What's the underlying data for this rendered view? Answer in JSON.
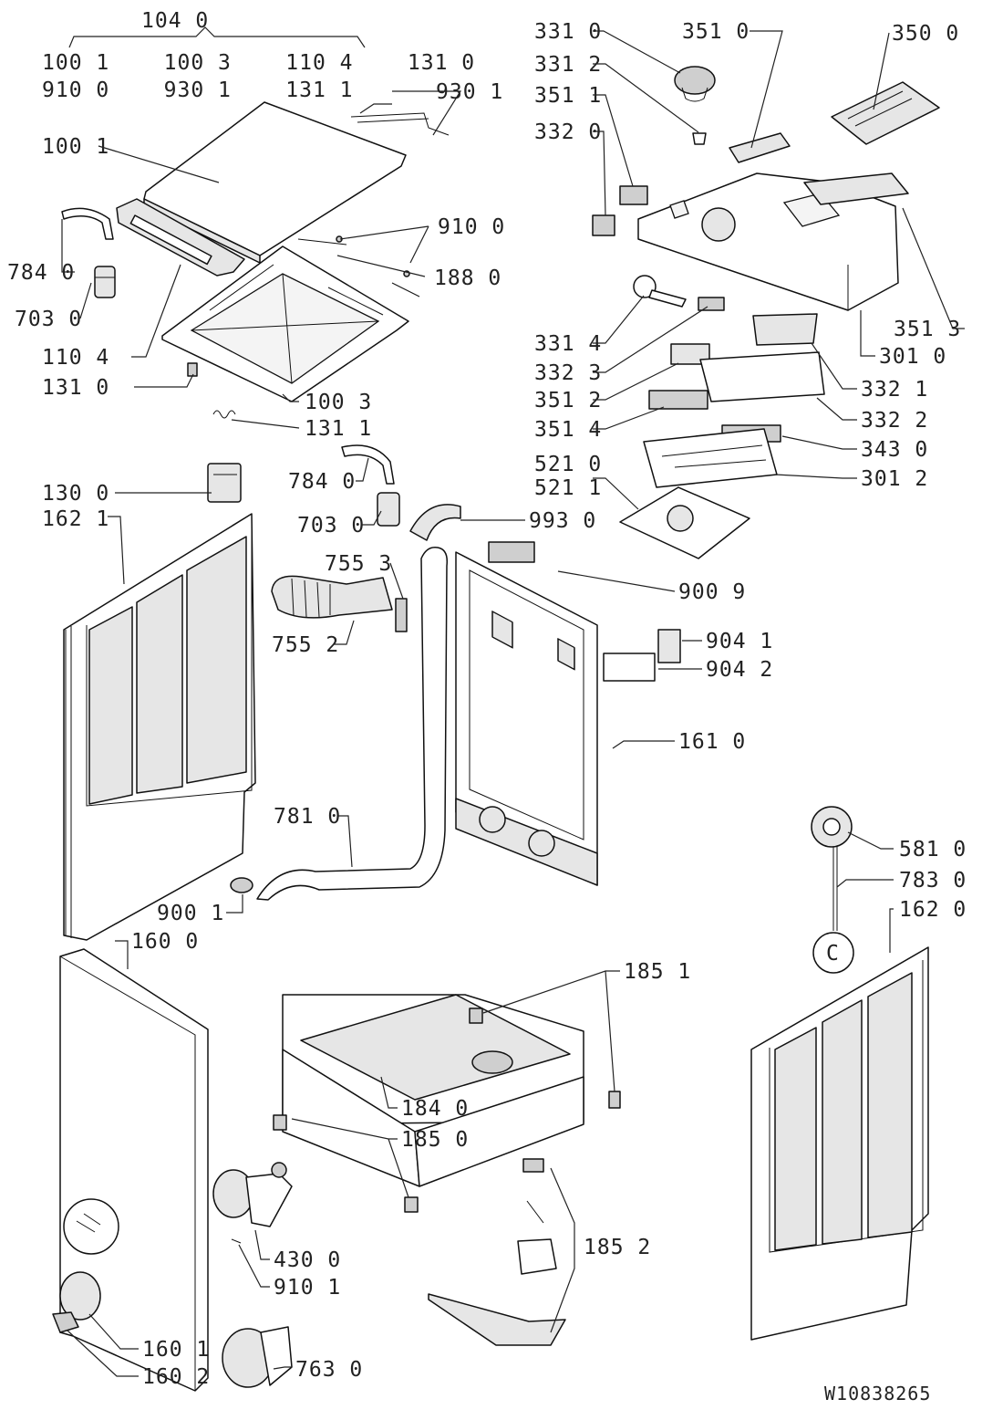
{
  "diagram": {
    "callouts": {
      "group_104_0": "104 0",
      "group_row1": "100 1    100 3    110 4    131 0",
      "group_row2": "910 0    930 1    131 1",
      "p930_1": "930 1",
      "p100_1": "100 1",
      "p910_0": "910 0",
      "p188_0": "188 0",
      "p784_0_top": "784 0",
      "p703_0_top": "703 0",
      "p110_4": "110 4",
      "p131_0": "131 0",
      "p100_3": "100 3",
      "p131_1": "131 1",
      "p130_0": "130 0",
      "p162_1": "162 1",
      "p784_0_mid": "784 0",
      "p703_0_mid": "703 0",
      "p993_0": "993 0",
      "p755_3": "755 3",
      "p755_2": "755 2",
      "p900_9": "900 9",
      "p904_1": "904 1",
      "p904_2": "904 2",
      "p161_0": "161 0",
      "p781_0": "781 0",
      "p900_1": "900 1",
      "p160_0": "160 0",
      "p331_0": "331 0",
      "p331_2": "331 2",
      "p351_1": "351 1",
      "p332_0": "332 0",
      "p351_0": "351 0",
      "p350_0": "350 0",
      "p351_3": "351 3",
      "p301_0": "301 0",
      "p331_4": "331 4",
      "p332_3": "332 3",
      "p332_1": "332 1",
      "p351_2": "351 2",
      "p332_2": "332 2",
      "p351_4": "351 4",
      "p343_0": "343 0",
      "p521_0": "521 0",
      "p521_1": "521 1",
      "p301_2": "301 2",
      "p581_0": "581 0",
      "p783_0": "783 0",
      "p162_0": "162 0",
      "p185_1": "185 1",
      "p184_0": "184 0",
      "p185_0": "185 0",
      "p185_2": "185 2",
      "p430_0": "430 0",
      "p910_1": "910 1",
      "p160_1": "160 1",
      "p160_2": "160 2",
      "p763_0": "763 0"
    },
    "circle_marker": "C",
    "drawing_number": "W10838265"
  }
}
